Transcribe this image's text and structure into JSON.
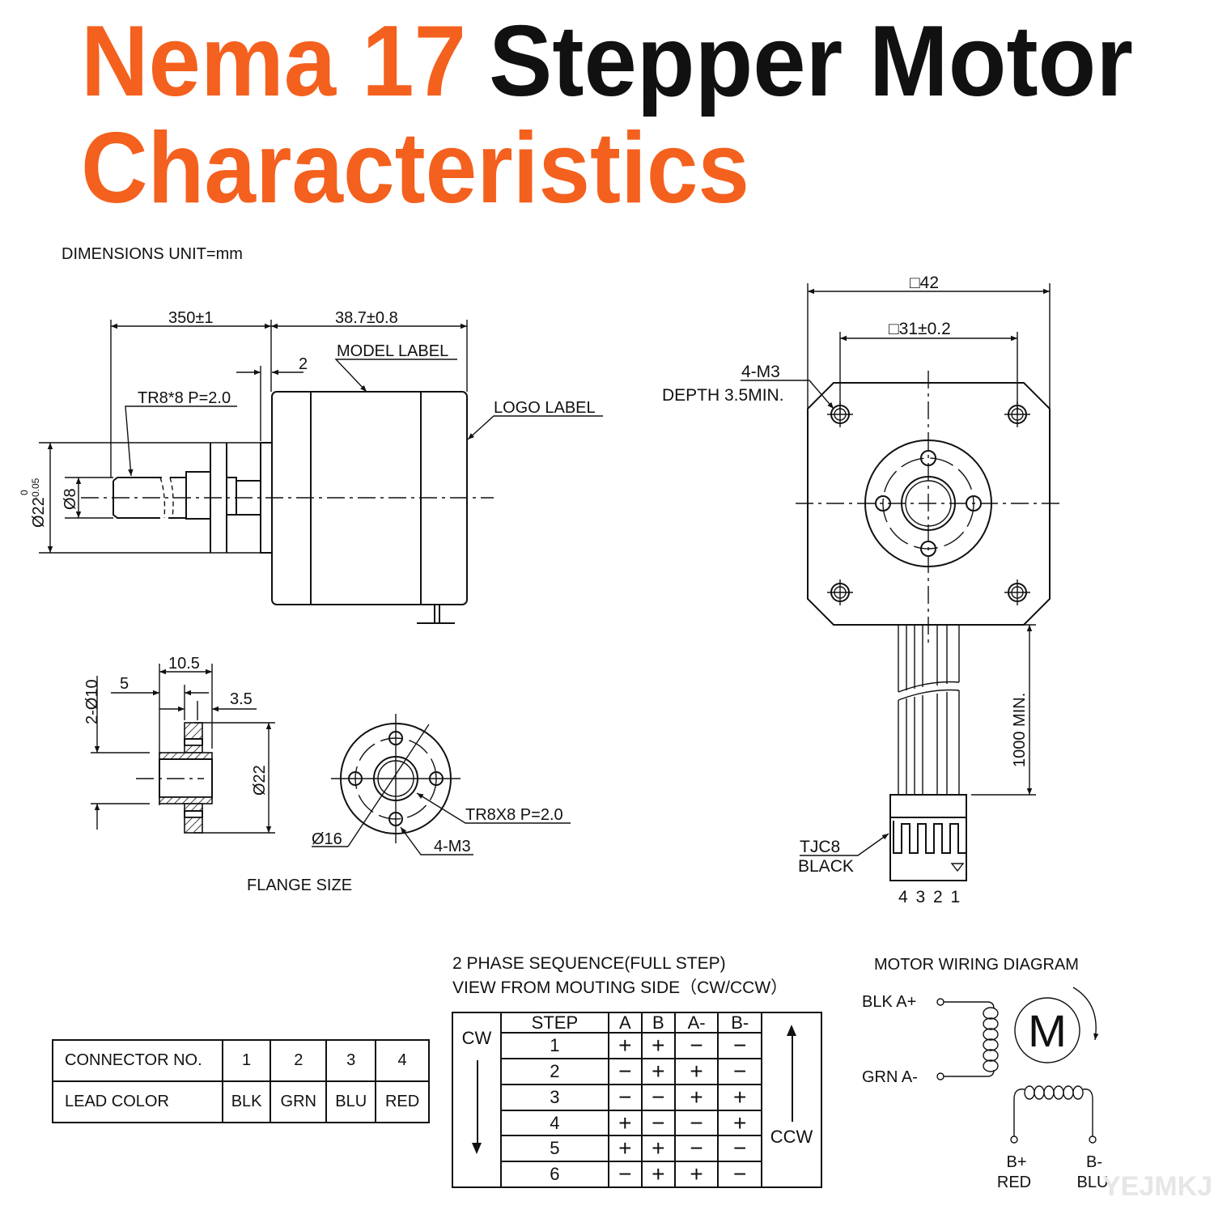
{
  "title": {
    "part1": "Nema 17",
    "part2": "Stepper Motor",
    "line2": "Characteristics",
    "accent_color": "#F4601E",
    "dark_color": "#111111"
  },
  "dimensions_unit": "DIMENSIONS UNIT=mm",
  "side_view": {
    "screw_length": "350±1",
    "body_length": "38.7±0.8",
    "boss_thickness": "2",
    "model_label": "MODEL LABEL",
    "logo_label": "LOGO LABEL",
    "screw_thread": "TR8*8 P=2.0",
    "boss_diameter": "Ø22",
    "boss_tol_upper": "0",
    "boss_tol_lower": "-0.05",
    "screw_diameter": "Ø8"
  },
  "front_view": {
    "frame_size": "□42",
    "hole_spacing": "□31±0.2",
    "mount_holes": "4-M3",
    "mount_depth": "DEPTH 3.5MIN.",
    "cable_length": "1000 MIN.",
    "connector_type": "TJC8",
    "connector_color": "BLACK",
    "pin_numbers": "4 3 2 1"
  },
  "flange": {
    "total_width": "10.5",
    "hub_width": "5",
    "flange_thickness": "3.5",
    "hub_diameter": "2-Ø10",
    "outer_diameter": "Ø22",
    "bolt_circle": "Ø16",
    "thread": "TR8X8 P=2.0",
    "holes": "4-M3",
    "caption": "FLANGE SIZE"
  },
  "connector_table": {
    "row1_label": "CONNECTOR NO.",
    "row2_label": "LEAD COLOR",
    "numbers": [
      "1",
      "2",
      "3",
      "4"
    ],
    "colors": [
      "BLK",
      "GRN",
      "BLU",
      "RED"
    ]
  },
  "phase_sequence": {
    "title_line1": "2 PHASE SEQUENCE(FULL STEP)",
    "title_line2": "VIEW FROM MOUTING SIDE（CW/CCW）",
    "cw_label": "CW",
    "ccw_label": "CCW",
    "headers": [
      "STEP",
      "A",
      "B",
      "A-",
      "B-"
    ],
    "rows": [
      [
        "1",
        "+",
        "+",
        "−",
        "−"
      ],
      [
        "2",
        "−",
        "+",
        "+",
        "−"
      ],
      [
        "3",
        "−",
        "−",
        "+",
        "+"
      ],
      [
        "4",
        "+",
        "−",
        "−",
        "+"
      ],
      [
        "5",
        "+",
        "+",
        "−",
        "−"
      ],
      [
        "6",
        "−",
        "+",
        "+",
        "−"
      ]
    ]
  },
  "wiring": {
    "title": "MOTOR WIRING  DIAGRAM",
    "a_plus": "BLK  A+",
    "a_minus": "GRN  A-",
    "motor_symbol": "M",
    "b_plus": "B+",
    "b_plus_color": "RED",
    "b_minus": "B-",
    "b_minus_color": "BLU"
  },
  "watermark": "YEJMKJ"
}
